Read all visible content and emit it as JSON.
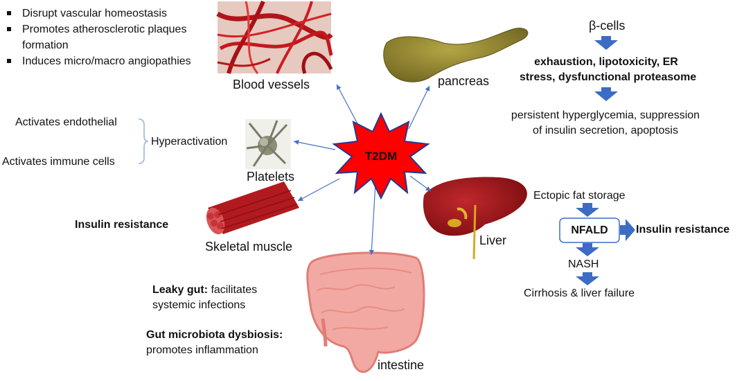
{
  "center": {
    "label": "T2DM"
  },
  "blood_vessels": {
    "label": "Blood vessels",
    "effects": [
      "Disrupt vascular homeostasis",
      "Promotes atherosclerotic plaques",
      "formation",
      "Induces micro/macro angiopathies"
    ]
  },
  "pancreas": {
    "label": "pancreas",
    "beta_cells": "β-cells",
    "stressors": [
      "exhaustion, lipotoxicity, ER",
      "stress, dysfunctional proteasome"
    ],
    "outcome": [
      "persistent hyperglycemia, suppression",
      "of insulin secretion, apoptosis"
    ]
  },
  "platelets": {
    "label": "Platelets",
    "hyperactivation": "Hyperactivation",
    "activates_endothelial": "Activates endothelial",
    "activates_immune": "Activates immune cells"
  },
  "skeletal_muscle": {
    "label": "Skeletal muscle",
    "effect": "Insulin resistance"
  },
  "liver": {
    "label": "Liver",
    "ectopic": "Ectopic fat storage",
    "nfald": "NFALD",
    "insulin_resistance": "Insulin resistance",
    "nash": "NASH",
    "cirrhosis": "Cirrhosis & liver failure"
  },
  "intestine": {
    "label": "intestine",
    "leaky_title": "Leaky gut:",
    "leaky_rest": " facilitates",
    "leaky_line2": "systemic infections",
    "dysbiosis_title": "Gut microbiota dysbiosis:",
    "dysbiosis_line2": "promotes inflammation"
  },
  "colors": {
    "arrow": "#4472C4",
    "block_arrow": "#3C6CC4",
    "star_fill": "#FF0000",
    "star_stroke": "#1F3A93",
    "organ_red": "#B3141B"
  }
}
